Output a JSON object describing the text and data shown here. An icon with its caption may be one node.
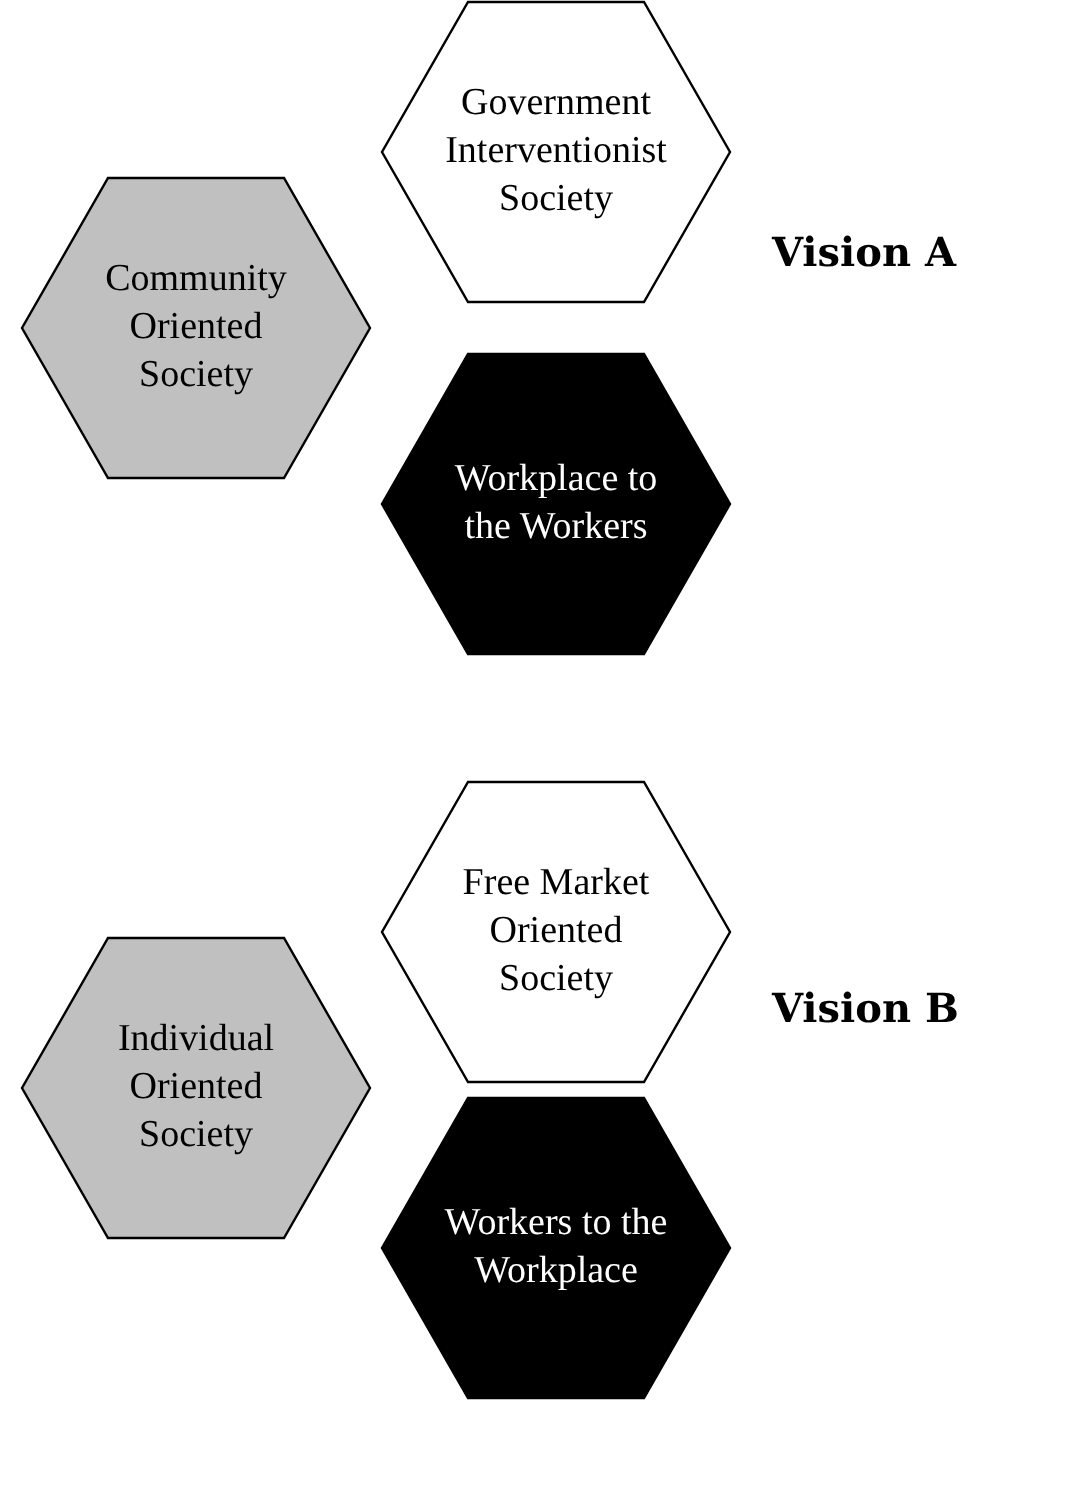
{
  "diagram": {
    "nodes": [
      {
        "text": [
          "Government Interventionist Society"
        ]
      },
      {
        "text": [
          "Community Oriented Society"
        ]
      },
      {
        "text": [
          "Workplace to the Workers"
        ]
      },
      {
        "text": [
          "Free Market Oriented Society"
        ]
      },
      {
        "text": [
          "Individual Oriented Society"
        ]
      },
      {
        "text": [
          "Workers to the Workplace"
        ]
      }
    ],
    "labels": [
      "Vision A",
      "Vision B"
    ]
  }
}
